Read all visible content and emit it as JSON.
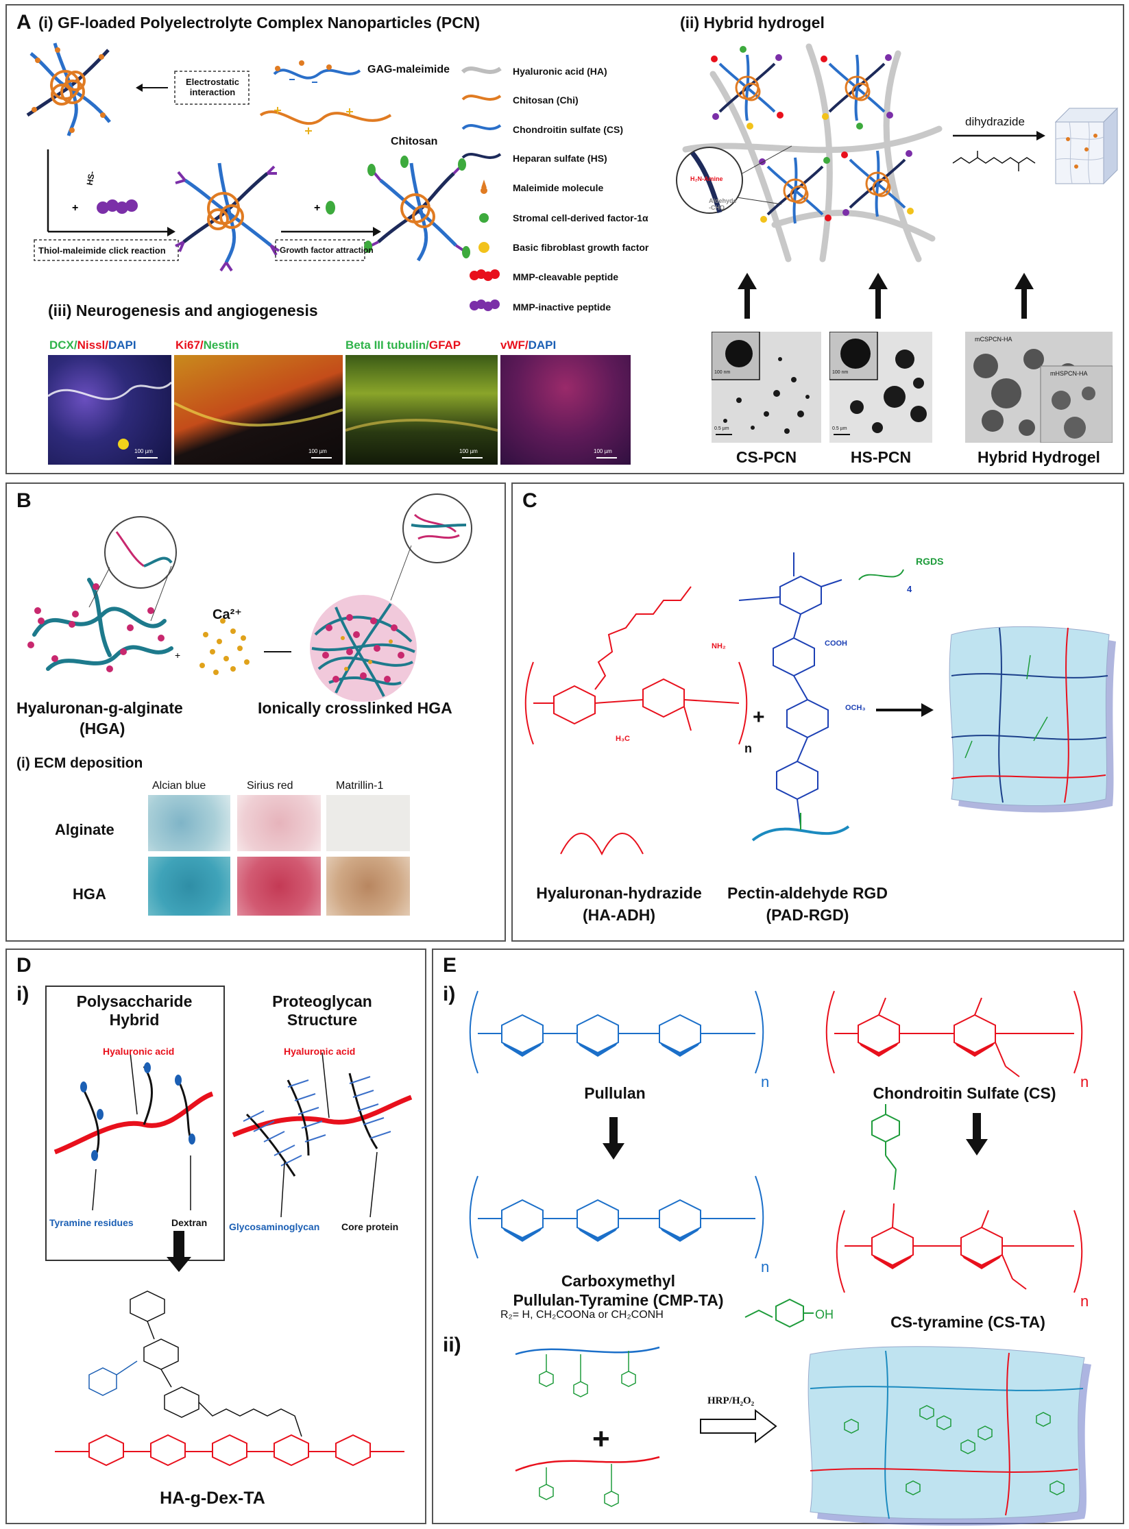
{
  "panelA": {
    "letter": "A",
    "title_i": "(i) GF-loaded Polyelectrolyte Complex Nanoparticles (PCN)",
    "title_ii": "(ii) Hybrid hydrogel",
    "title_iii": "(iii) Neurogenesis and angiogenesis",
    "electrostatic": "Electrostatic interaction",
    "gag": "GAG-maleimide",
    "chitosan": "Chitosan",
    "click": "Thiol-maleimide click reaction",
    "gf": "Growth factor attraction",
    "hs_label": "HS-",
    "dihydrazide": "dihydrazide",
    "amine": "H₂N-Amine",
    "aldehyde": "Aldehyde -CHO",
    "legend": [
      {
        "text": "Hyaluronic acid (HA)",
        "color": "#bdbdbd"
      },
      {
        "text": "Chitosan (Chi)",
        "color": "#e07b22"
      },
      {
        "text": "Chondroitin sulfate (CS)",
        "color": "#2a6fc9"
      },
      {
        "text": "Heparan sulfate (HS)",
        "color": "#1d2a5a"
      },
      {
        "text": "Maleimide molecule",
        "color": "#e07b22"
      },
      {
        "text": "Stromal cell-derived factor-1α",
        "color": "#3daa3d"
      },
      {
        "text": "Basic fibroblast growth factor",
        "color": "#f2c21b"
      },
      {
        "text": "MMP-cleavable peptide",
        "color": "#e8101c"
      },
      {
        "text": "MMP-inactive peptide",
        "color": "#7b2fa8"
      }
    ],
    "stains": [
      {
        "parts": [
          {
            "t": "DCX/",
            "c": "#2fb34a"
          },
          {
            "t": "Nissl/",
            "c": "#e8101c"
          },
          {
            "t": "DAPI",
            "c": "#1b5fb4"
          }
        ],
        "scale": "100 µm"
      },
      {
        "parts": [
          {
            "t": "Ki67/",
            "c": "#e8101c"
          },
          {
            "t": "Nestin",
            "c": "#2fb34a"
          }
        ],
        "scale": "100 µm"
      },
      {
        "parts": [
          {
            "t": "Beta III tubulin/",
            "c": "#2fb34a"
          },
          {
            "t": "GFAP",
            "c": "#e8101c"
          }
        ],
        "scale": "100 µm"
      },
      {
        "parts": [
          {
            "t": "vWF/",
            "c": "#e8101c"
          },
          {
            "t": "DAPI",
            "c": "#1b5fb4"
          }
        ],
        "scale": "100 µm"
      }
    ],
    "tem": [
      {
        "caption": "CS-PCN",
        "inset_scale": "100 nm",
        "scale": "0.5 µm"
      },
      {
        "caption": "HS-PCN",
        "inset_scale": "100 nm",
        "scale": "0.5 µm"
      },
      {
        "caption": "Hybrid Hydrogel",
        "sub1": "mCSPCN-HA",
        "sub2": "mHSPCN-HA"
      }
    ]
  },
  "panelB": {
    "letter": "B",
    "ca": "Ca²⁺",
    "hga": "Hyaluronan-g-alginate",
    "hga2": "(HGA)",
    "ionic": "Ionically crosslinked HGA",
    "ecm": "(i) ECM deposition",
    "cols": [
      "Alcian blue",
      "Sirius red",
      "Matrillin-1"
    ],
    "rows": [
      "Alginate",
      "HGA"
    ]
  },
  "panelC": {
    "letter": "C",
    "rgds": "RGDS",
    "ha_adh": "Hyaluronan-hydrazide",
    "ha_adh2": "(HA-ADH)",
    "pad": "Pectin-aldehyde RGD",
    "pad2": "(PAD-RGD)",
    "n": "n",
    "four": "4",
    "cooh": "COOH",
    "och3": "OCH₃",
    "h3c": "H₃C",
    "nh2": "NH₂"
  },
  "panelD": {
    "letter": "D",
    "sub": "i)",
    "ps_hybrid": "Polysaccharide Hybrid",
    "pg_struct": "Proteoglycan Structure",
    "ha": "Hyaluronic acid",
    "tyr": "Tyramine residues",
    "dextran": "Dextran",
    "gag": "Glycosaminoglycan",
    "core": "Core protein",
    "product": "HA-g-Dex-TA"
  },
  "panelE": {
    "letter": "E",
    "sub1": "i)",
    "sub2": "ii)",
    "pullulan": "Pullulan",
    "cs": "Chondroitin Sulfate (CS)",
    "cmp1": "Carboxymethyl",
    "cmp2": "Pullulan-Tyramine (CMP-TA)",
    "r2": "R₂= H, CH₂COONa or CH₂CONH",
    "cs_ta": "CS-tyramine (CS-TA)",
    "hrp": "HRP/H₂O₂",
    "n": "n",
    "oh": "OH"
  }
}
